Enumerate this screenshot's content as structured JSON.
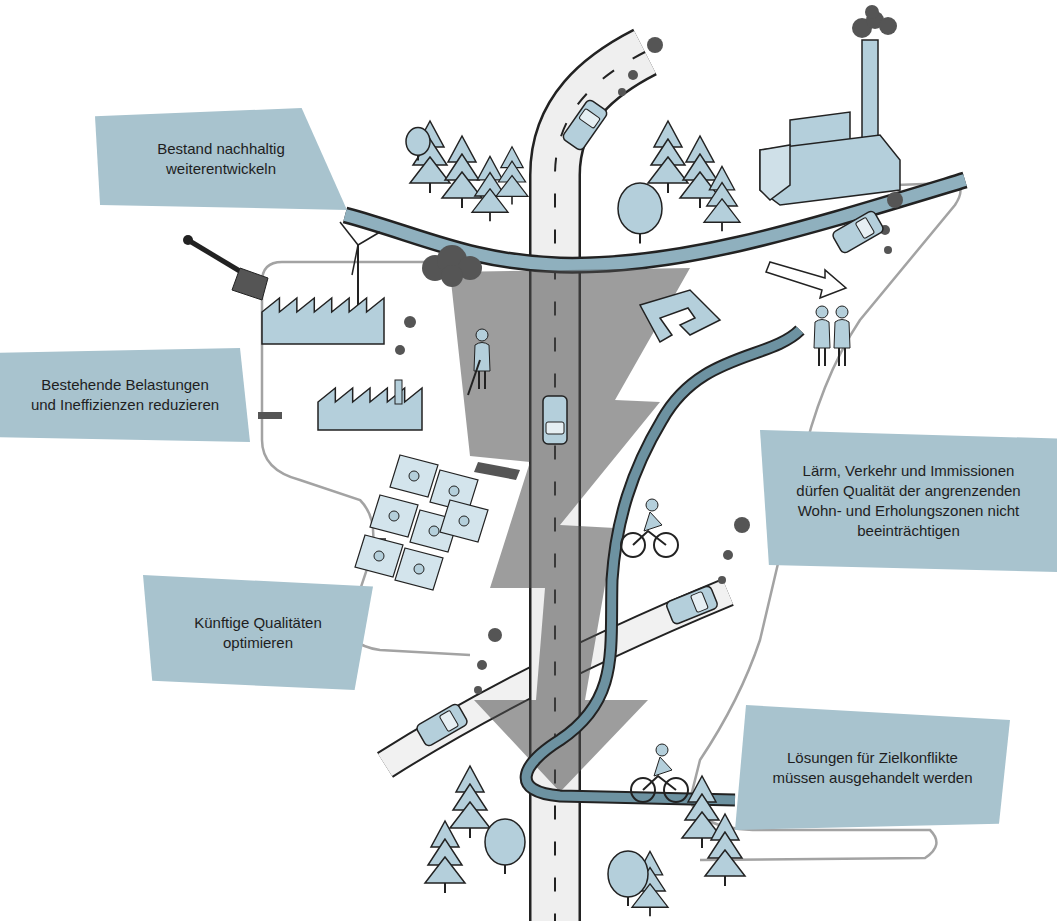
{
  "diagram": {
    "nodes": [
      {
        "text": [
          "Bestand nachhaltig weiterentwickeln"
        ]
      },
      {
        "text": [
          "Bestehende Belastungen und Ineffizienzen reduzieren"
        ]
      },
      {
        "text": [
          "Lärm, Verkehr und Immissionen dürfen Qualität der angrenzenden Wohn- und Erholungszonen nicht beeinträchtigen"
        ]
      },
      {
        "text": [
          "Künftige Qualitäten optimieren"
        ]
      },
      {
        "text": [
          "Lösungen für Zielkonflikte müssen ausgehandelt werden"
        ]
      }
    ]
  }
}
